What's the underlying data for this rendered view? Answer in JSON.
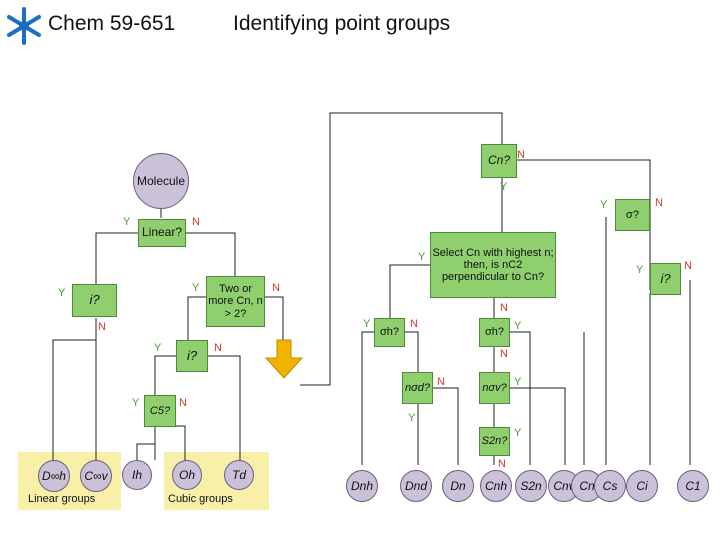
{
  "header": {
    "course": "Chem 59-651",
    "title": "Identifying point groups"
  },
  "logo": {
    "icon": "snowflake-logo-icon",
    "color": "#1a6fc0"
  },
  "colors": {
    "box": "#8fcf6e",
    "end": "#cbc1d8",
    "panel": "#f8f0a8",
    "yes": "#4a9a3a",
    "no": "#d23a2a",
    "arrow": "#f0b400"
  },
  "nodes": {
    "molecule": "Molecule",
    "linear": "Linear?",
    "inv1": "i?",
    "two_or_more": "Two or more Cn, n > 2?",
    "inv2": "i?",
    "c5": "C5?",
    "cn": "Cn?",
    "sigma": "σ?",
    "select": "Select Cn with highest n; then, is nC2 perpendicular to Cn?",
    "inv3": "i?",
    "sigma_h1": "σh?",
    "sigma_h2": "σh?",
    "n_sigma_d": "nσd?",
    "n_sigma_v": "nσv?",
    "s2n": "S2n?"
  },
  "endpoints": [
    "D∞h",
    "C∞v",
    "Ih",
    "Oh",
    "Td",
    "Dnh",
    "Dnd",
    "Dn",
    "Cnh",
    "S2n",
    "Cnv",
    "Cn",
    "Cs",
    "Ci",
    "C1"
  ],
  "groups": {
    "linear": "Linear groups",
    "cubic": "Cubic groups"
  },
  "answers": {
    "yes": "Y",
    "no": "N"
  }
}
